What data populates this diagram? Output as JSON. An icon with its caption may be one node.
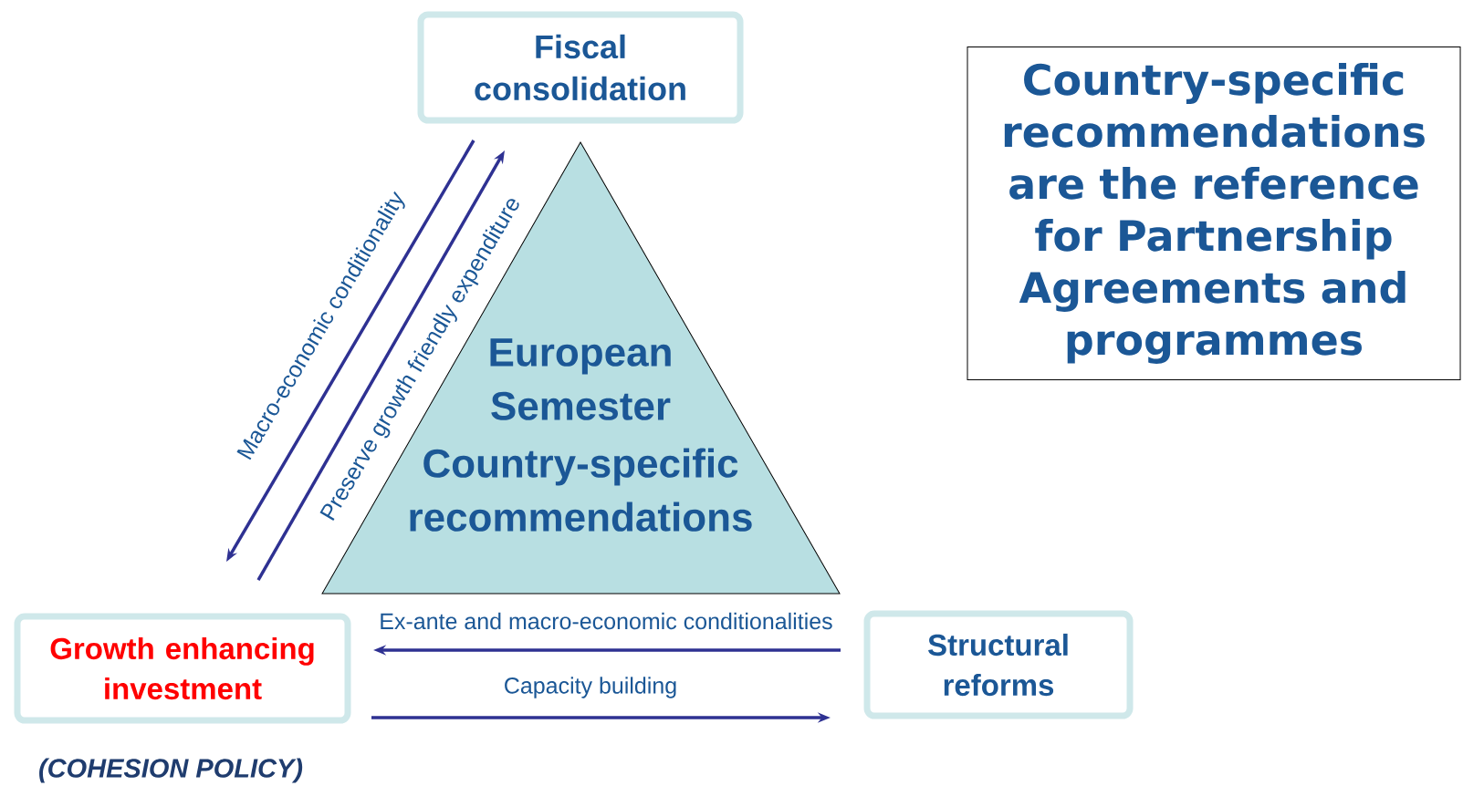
{
  "diagram": {
    "nodes": [
      {
        "text": [
          "Fiscal consolidation"
        ]
      },
      {
        "text": [
          "European Semester",
          "Country-specific recommendations"
        ]
      },
      {
        "text": [
          "Country-specific recommendations are the reference for Partnership Agreements and programmes"
        ]
      },
      {
        "text": [
          "Growth enhancing investment"
        ],
        "beside": [
          "(COHESION POLICY)"
        ]
      },
      {
        "text": [
          "Structural reforms"
        ]
      }
    ],
    "edges": [
      {
        "from": 0,
        "to": 3,
        "arrow": "to",
        "label": "Macro-economic conditionality"
      },
      {
        "from": 3,
        "to": 0,
        "arrow": "to",
        "label": "Preserve growth friendly expenditure"
      },
      {
        "from": 4,
        "to": 3,
        "arrow": "to",
        "label": "Ex-ante and macro-economic conditionalities"
      },
      {
        "from": 3,
        "to": 4,
        "arrow": "to",
        "label": "Capacity building"
      }
    ]
  }
}
